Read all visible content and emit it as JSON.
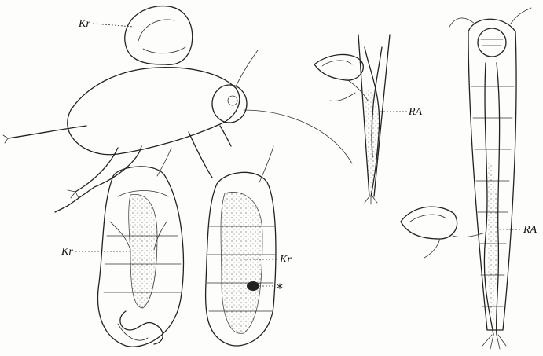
{
  "labels": {
    "crop_top": "Kr",
    "crop_left_nymph": "Kr",
    "crop_right_nymph": "Kr",
    "rectal_top": "RA",
    "rectal_right": "RA",
    "asterisk": "*"
  },
  "colors": {
    "ink": "#222222",
    "paper": "#fdfdfb",
    "stipple": "#555555"
  }
}
